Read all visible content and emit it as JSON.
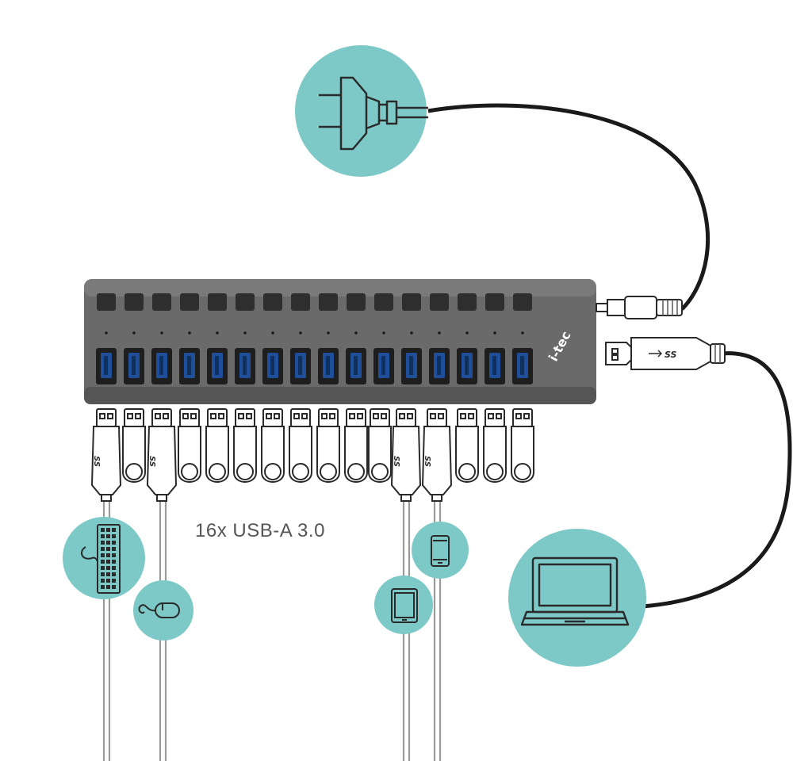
{
  "diagram": {
    "ports_label": "16x USB-A 3.0",
    "brand": "i-tec",
    "usb_logo_text": "SS",
    "hub_port_count": 16,
    "colors": {
      "accent": "#7cc9c7",
      "hub_body": "#6a6a6a",
      "hub_button": "#2e2e2e",
      "port_blue": "#1f4f9a",
      "cable": "#1a1a1a"
    },
    "icons": {
      "power": "power-plug-icon",
      "laptop": "laptop-icon",
      "keyboard": "keyboard-icon",
      "mouse": "mouse-icon",
      "phone": "smartphone-icon",
      "tablet": "tablet-icon"
    }
  }
}
